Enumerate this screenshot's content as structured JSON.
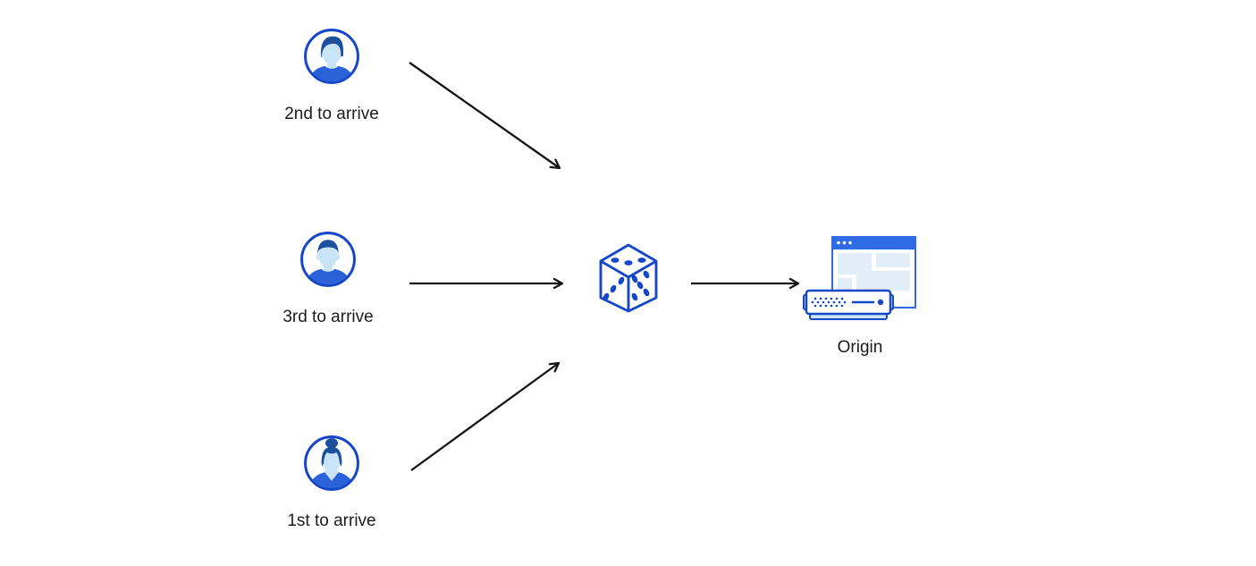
{
  "diagram": {
    "users": [
      {
        "label": "2nd to arrive",
        "icon": "user-avatar-icon"
      },
      {
        "label": "3rd to arrive",
        "icon": "user-avatar-icon"
      },
      {
        "label": "1st to arrive",
        "icon": "user-avatar-icon"
      }
    ],
    "selector": {
      "icon": "dice-icon"
    },
    "origin": {
      "label": "Origin",
      "icon": "origin-server-icon"
    },
    "arrows": [
      {
        "from": "2nd to arrive",
        "to": "dice"
      },
      {
        "from": "3rd to arrive",
        "to": "dice"
      },
      {
        "from": "1st to arrive",
        "to": "dice"
      },
      {
        "from": "dice",
        "to": "Origin"
      }
    ]
  },
  "colors": {
    "primary_blue": "#1547c8",
    "hair_blue": "#1d4f9e",
    "shirt_blue": "#2a63d9",
    "skin_light_blue": "#c9e3f7",
    "browser_bar_blue": "#2e6be4",
    "panel_light_blue": "#e2edf8",
    "server_light_blue": "#cfe4f7",
    "arrow_black": "#151515",
    "label_text": "#1b1b1b",
    "background": "#ffffff"
  }
}
